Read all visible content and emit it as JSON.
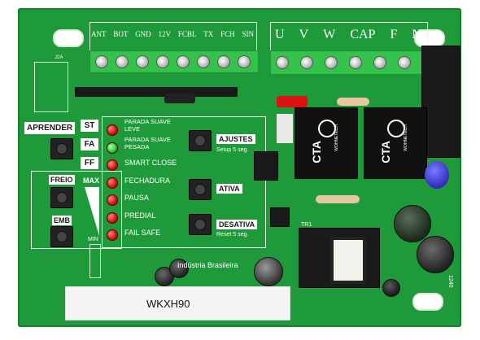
{
  "terminals_left": [
    "ANT",
    "BOT",
    "GND",
    "12V",
    "FCBL",
    "TX",
    "FCH",
    "SIN"
  ],
  "terminals_right": [
    "U",
    "V",
    "W",
    "CAP",
    "F",
    "N"
  ],
  "left_panel": {
    "aprender": "APRENDER",
    "st": "ST",
    "fa": "FA",
    "ff": "FF",
    "freio": "FREIO",
    "max": "MAX",
    "emb": "EMB",
    "min": "MIN",
    "j2a": "J2A"
  },
  "led_labels": [
    "PARADA SUAVE LEVE",
    "PARADA SUAVE PESADA",
    "SMART CLOSE",
    "FECHADURA",
    "PAUSA",
    "PREDIAL",
    "FAIL SAFE"
  ],
  "buttons": {
    "ajustes": "AJUSTES",
    "setup": "Setup 5 seg.",
    "ativa": "ATIVA",
    "desativa": "DESATIVA",
    "reset": "Reset 5 seg."
  },
  "relay_text": "CTA",
  "relay_sub": "WOHNETECH",
  "industria": "Indústria Brasileira",
  "model": "WKXH90",
  "tr1": "TR1",
  "pcb_code": "1240"
}
